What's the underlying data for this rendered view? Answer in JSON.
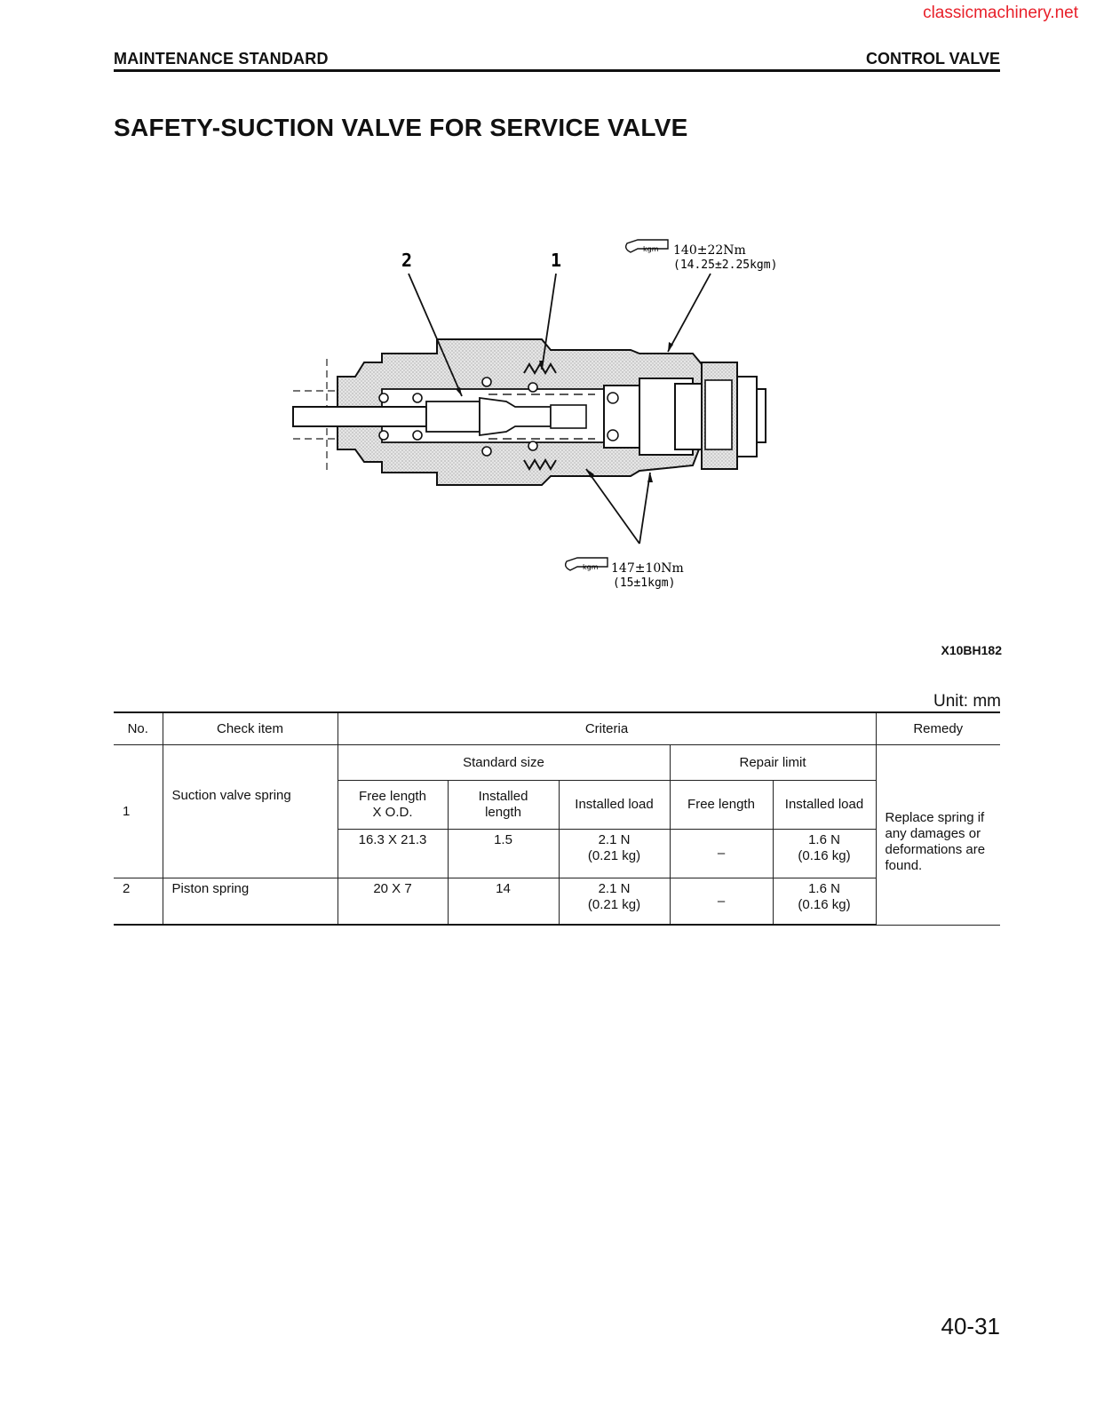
{
  "watermark": "classicmachinery.net",
  "header": {
    "left": "MAINTENANCE STANDARD",
    "right": "CONTROL VALVE"
  },
  "title": "SAFETY-SUCTION VALVE FOR SERVICE VALVE",
  "diagram": {
    "callout_1": "1",
    "callout_2": "2",
    "torque_top_icon_label": "kgm",
    "torque_top_line1": "140±22Nm",
    "torque_top_line2": "(14.25±2.25kgm)",
    "torque_bottom_icon_label": "kgm",
    "torque_bottom_line1": "147±10Nm",
    "torque_bottom_line2": "(15±1kgm)"
  },
  "figure_code": "X10BH182",
  "unit": "Unit: mm",
  "table": {
    "headers": {
      "no": "No.",
      "check_item": "Check item",
      "criteria": "Criteria",
      "remedy": "Remedy"
    },
    "sub_headers": {
      "standard_size": "Standard size",
      "repair_limit": "Repair limit",
      "free_length_od": "Free length\nX O.D.",
      "installed_length": "Installed\nlength",
      "installed_load": "Installed load",
      "free_length": "Free length",
      "installed_load_limit": "Installed load"
    },
    "rows": [
      {
        "no": "1",
        "item": "Suction valve spring",
        "free_length_od": "16.3 X 21.3",
        "installed_length": "1.5",
        "installed_load": "2.1 N\n(0.21 kg)",
        "limit_free_length": "–",
        "limit_installed_load": "1.6 N\n(0.16 kg)"
      },
      {
        "no": "2",
        "item": "Piston spring",
        "free_length_od": "20 X 7",
        "installed_length": "14",
        "installed_load": "2.1 N\n(0.21 kg)",
        "limit_free_length": "–",
        "limit_installed_load": "1.6 N\n(0.16 kg)"
      }
    ],
    "remedy": "Replace spring if\nany damages or\ndeformations are\nfound."
  },
  "page_number": "40-31"
}
